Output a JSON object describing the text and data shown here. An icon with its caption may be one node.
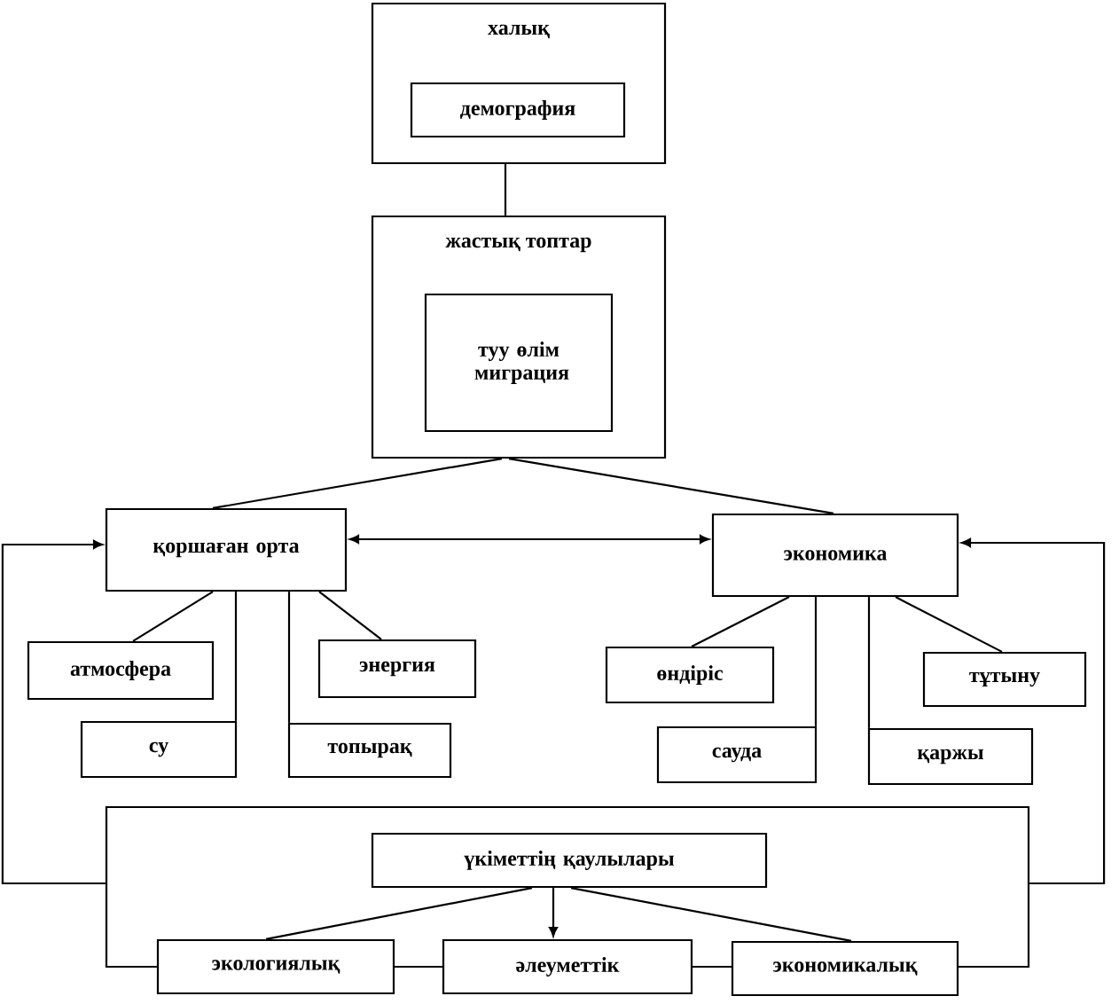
{
  "diagram": {
    "nodes": [
      {
        "text": [
          "халық"
        ]
      },
      {
        "text": [
          "демография"
        ],
        "in": 0
      },
      {
        "text": [
          "жастық топтар"
        ]
      },
      {
        "text": [
          "туу өлім миграция"
        ],
        "in": 2
      },
      {
        "text": [
          "қоршаған орта"
        ]
      },
      {
        "text": [
          "экономика"
        ]
      },
      {
        "text": [
          "атмосфера"
        ]
      },
      {
        "text": [
          "энергия"
        ]
      },
      {
        "text": [
          "су"
        ]
      },
      {
        "text": [
          "топырақ"
        ]
      },
      {
        "text": [
          "өндіріс"
        ]
      },
      {
        "text": [
          "тұтыну"
        ]
      },
      {
        "text": [
          "сауда"
        ]
      },
      {
        "text": [
          "қаржы"
        ]
      },
      {
        "text": [],
        "shape": "box"
      },
      {
        "text": [
          "үкіметтің қаулылары"
        ],
        "in": 14
      },
      {
        "text": [
          "экологиялық"
        ]
      },
      {
        "text": [
          "әлеуметтік"
        ]
      },
      {
        "text": [
          "экономикалық"
        ]
      }
    ],
    "edges": [
      {
        "from": 0,
        "to": 2,
        "arrow": "none"
      },
      {
        "from": 2,
        "to": 4,
        "arrow": "none"
      },
      {
        "from": 2,
        "to": 5,
        "arrow": "none"
      },
      {
        "from": 4,
        "to": 5,
        "arrow": "both"
      },
      {
        "from": 4,
        "to": 6,
        "arrow": "none"
      },
      {
        "from": 4,
        "to": 8,
        "arrow": "none"
      },
      {
        "from": 4,
        "to": 9,
        "arrow": "none"
      },
      {
        "from": 4,
        "to": 7,
        "arrow": "none"
      },
      {
        "from": 5,
        "to": 10,
        "arrow": "none"
      },
      {
        "from": 5,
        "to": 12,
        "arrow": "none"
      },
      {
        "from": 5,
        "to": 13,
        "arrow": "none"
      },
      {
        "from": 5,
        "to": 11,
        "arrow": "none"
      },
      {
        "from": 15,
        "to": 17,
        "arrow": "to"
      },
      {
        "from": 15,
        "to": 16,
        "arrow": "none"
      },
      {
        "from": 15,
        "to": 18,
        "arrow": "none"
      },
      {
        "from": 14,
        "to": 4,
        "arrow": "to"
      },
      {
        "from": 14,
        "to": 5,
        "arrow": "to"
      }
    ]
  }
}
